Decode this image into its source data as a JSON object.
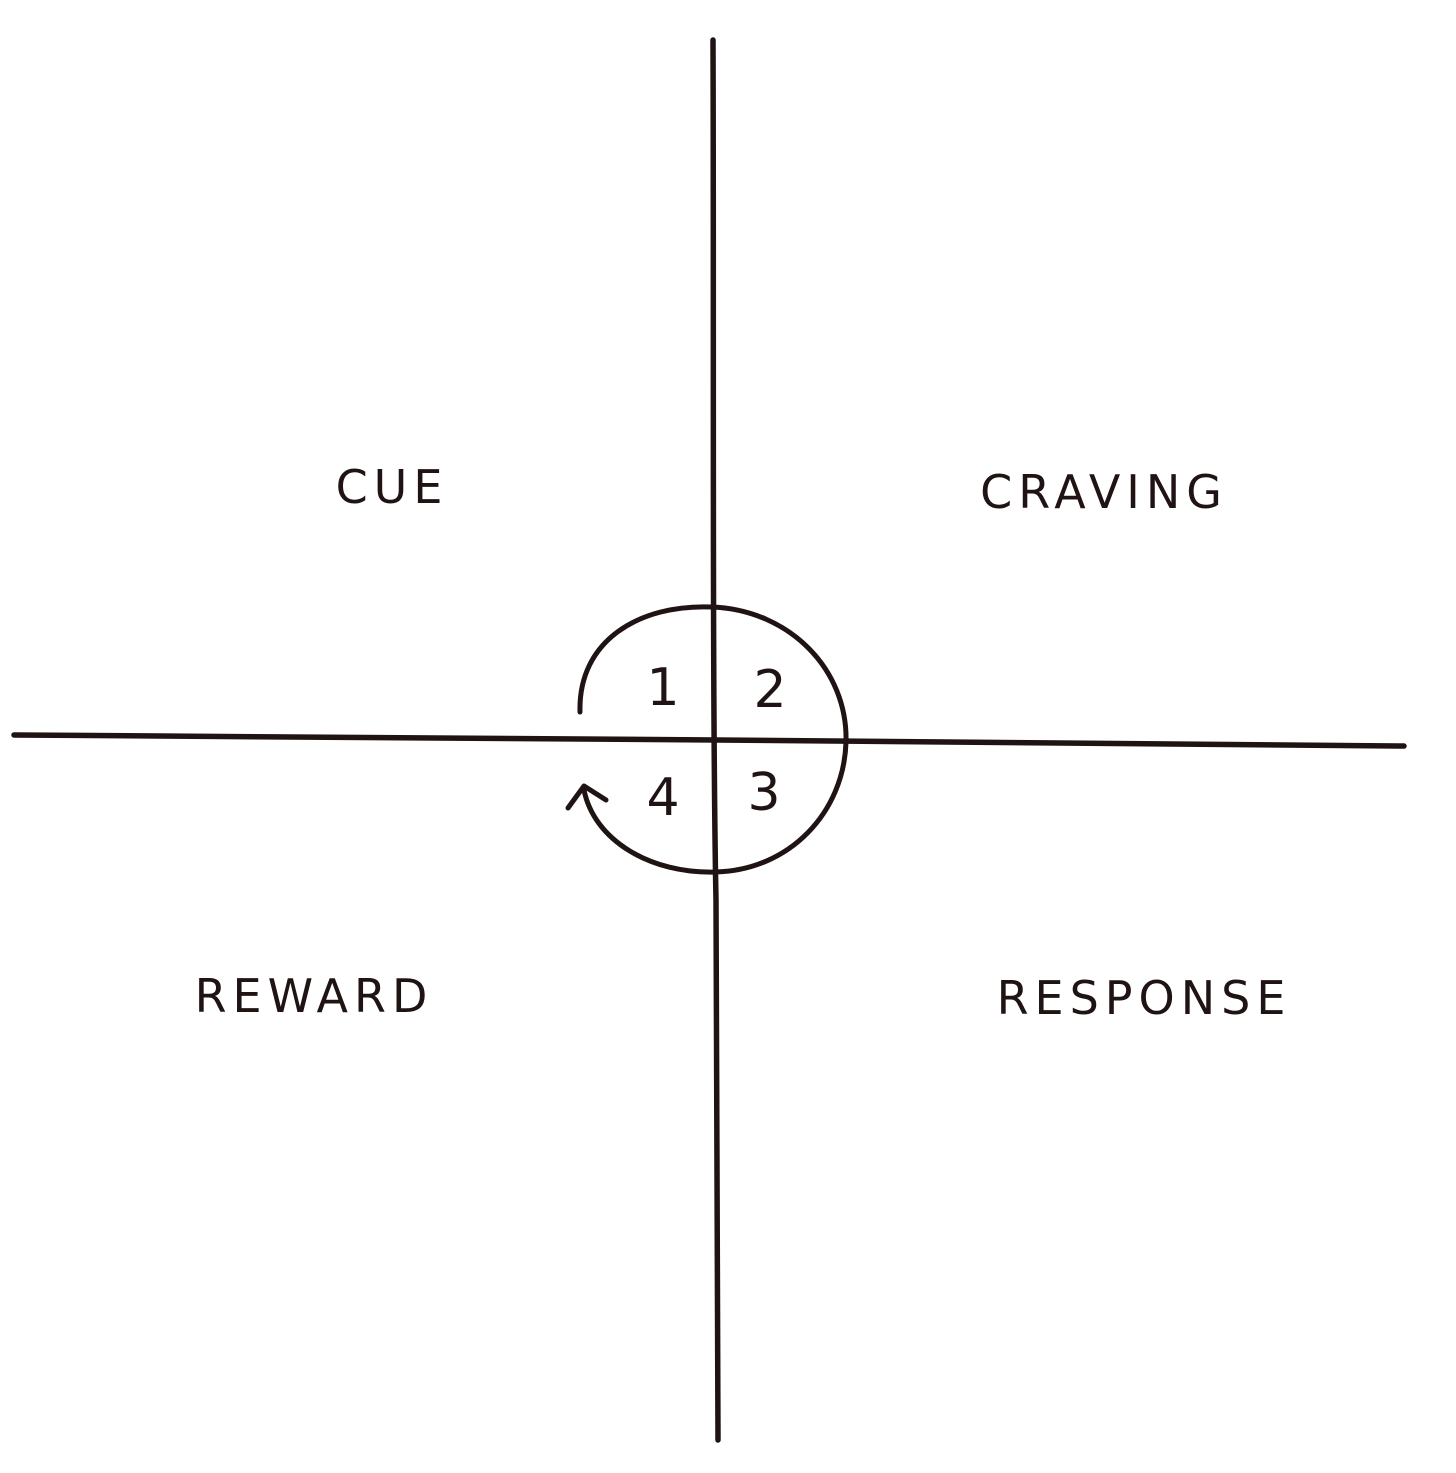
{
  "quadrants": {
    "top_left": "CUE",
    "top_right": "CRAVING",
    "bottom_right": "RESPONSE",
    "bottom_left": "REWARD"
  },
  "steps": [
    "1",
    "2",
    "3",
    "4"
  ],
  "colors": {
    "ink": "#1f1413",
    "background": "#ffffff"
  }
}
